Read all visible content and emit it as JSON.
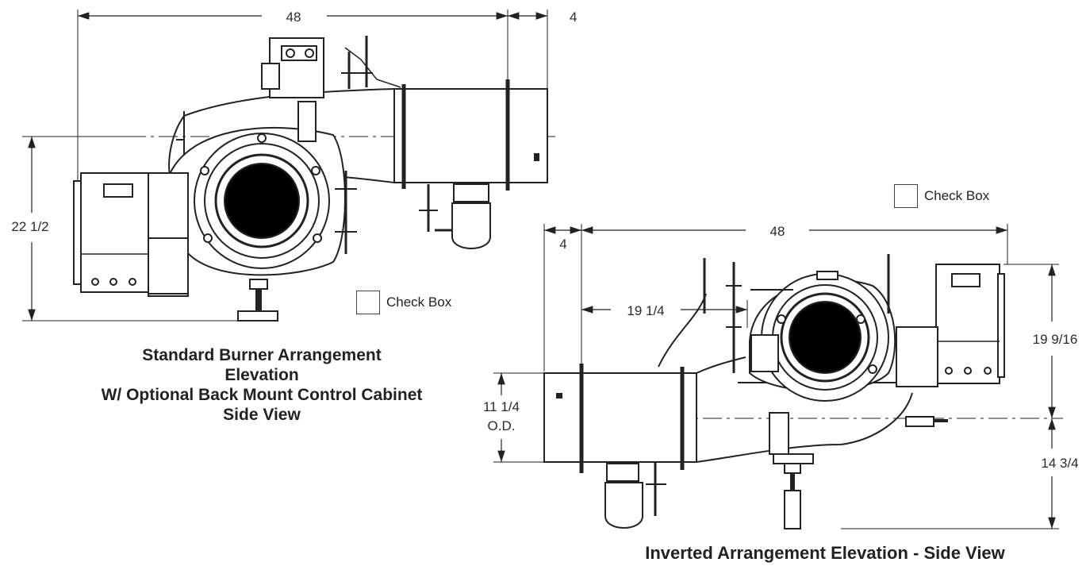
{
  "standard": {
    "dim_length": "48",
    "dim_extension": "4",
    "dim_height": "22 1/2",
    "checkbox_label": "Check Box",
    "caption": [
      "Standard Burner Arrangement",
      "Elevation",
      "W/ Optional Back Mount Control Cabinet",
      "Side View"
    ]
  },
  "inverted": {
    "dim_length": "48",
    "dim_extension": "4",
    "dim_offset": "19 1/4",
    "dim_od_line1": "11 1/4",
    "dim_od_line2": "O.D.",
    "dim_upper": "19 9/16",
    "dim_lower": "14 3/4",
    "checkbox_label": "Check Box",
    "caption": "Inverted Arrangement Elevation - Side View"
  }
}
